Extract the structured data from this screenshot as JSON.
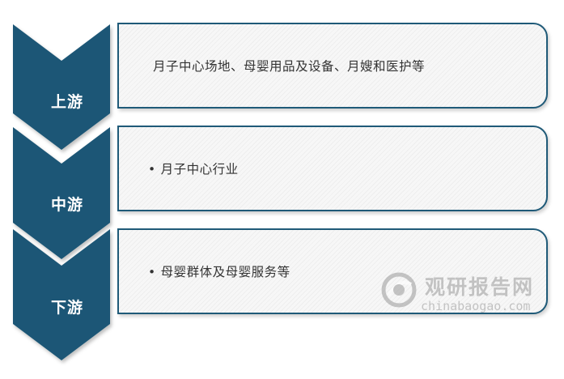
{
  "stages": [
    {
      "label": "上游",
      "text": "月子中心场地、母婴用品及设备、月嫂和医护等",
      "bullet": false
    },
    {
      "label": "中游",
      "text": "月子中心行业",
      "bullet": true
    },
    {
      "label": "下游",
      "text": "母婴群体及母婴服务等",
      "bullet": true
    }
  ],
  "watermark": {
    "name_cn": "观研报告网",
    "domain": "chinabaogao.com"
  },
  "colors": {
    "chevron": "#1d5776",
    "box_border": "#1f5a78",
    "box_fill": "#f7f7f7"
  }
}
